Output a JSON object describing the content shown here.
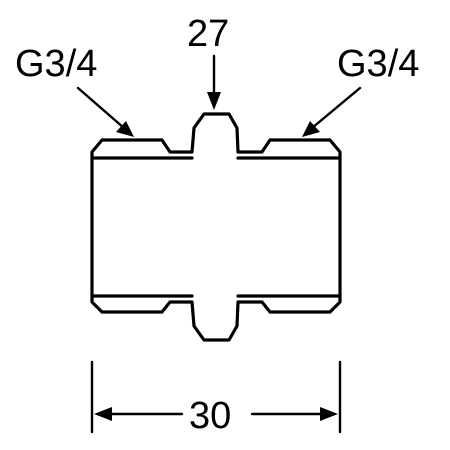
{
  "drawing": {
    "label_left": "G3/4",
    "label_center": "27",
    "label_right": "G3/4",
    "dimension_bottom": "30"
  },
  "colors": {
    "line": "#000000",
    "background": "#ffffff"
  }
}
